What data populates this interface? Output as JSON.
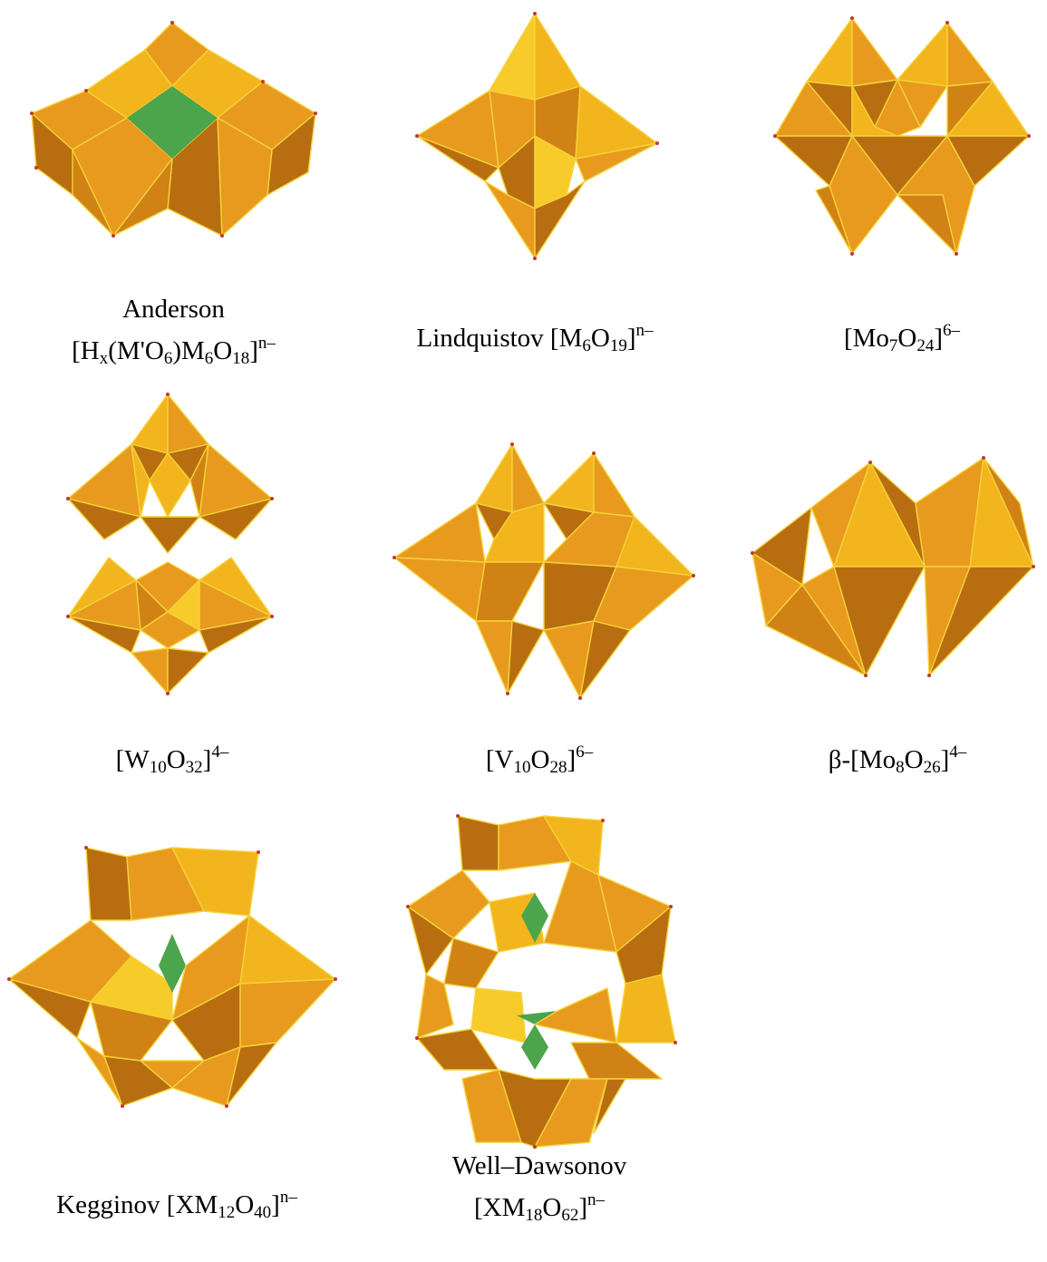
{
  "structures": [
    {
      "id": "anderson",
      "caption_lines": [
        [
          {
            "t": "Anderson"
          }
        ],
        [
          {
            "t": "[H"
          },
          {
            "sub": "x"
          },
          {
            "t": "(M'O"
          },
          {
            "sub": "6"
          },
          {
            "t": ")M"
          },
          {
            "sub": "6"
          },
          {
            "t": "O"
          },
          {
            "sub": "18"
          },
          {
            "t": "]"
          },
          {
            "sup": "n–"
          }
        ]
      ]
    },
    {
      "id": "lindquist",
      "caption_lines": [
        [
          {
            "t": "Lindquistov [M"
          },
          {
            "sub": "6"
          },
          {
            "t": "O"
          },
          {
            "sub": "19"
          },
          {
            "t": "]"
          },
          {
            "sup": "n–"
          }
        ]
      ]
    },
    {
      "id": "mo7o24",
      "caption_lines": [
        [
          {
            "t": "[Mo"
          },
          {
            "sub": "7"
          },
          {
            "t": "O"
          },
          {
            "sub": "24"
          },
          {
            "t": "]"
          },
          {
            "sup": "6–"
          }
        ]
      ]
    },
    {
      "id": "w10o32",
      "caption_lines": [
        [
          {
            "t": "[W"
          },
          {
            "sub": "10"
          },
          {
            "t": "O"
          },
          {
            "sub": "32"
          },
          {
            "t": "]"
          },
          {
            "sup": "4–"
          }
        ]
      ]
    },
    {
      "id": "v10o28",
      "caption_lines": [
        [
          {
            "t": "[V"
          },
          {
            "sub": "10"
          },
          {
            "t": "O"
          },
          {
            "sub": "28"
          },
          {
            "t": "]"
          },
          {
            "sup": "6–"
          }
        ]
      ]
    },
    {
      "id": "beta-mo8o26",
      "caption_lines": [
        [
          {
            "t": "β-[Mo"
          },
          {
            "sub": "8"
          },
          {
            "t": "O"
          },
          {
            "sub": "26"
          },
          {
            "t": "]"
          },
          {
            "sup": "4–"
          }
        ]
      ]
    },
    {
      "id": "keggin",
      "caption_lines": [
        [
          {
            "t": "Kegginov [XM"
          },
          {
            "sub": "12"
          },
          {
            "t": "O"
          },
          {
            "sub": "40"
          },
          {
            "t": "]"
          },
          {
            "sup": "n–"
          }
        ]
      ]
    },
    {
      "id": "wells-dawson",
      "caption_lines": [
        [
          {
            "t": "Well–Dawsonov"
          }
        ],
        [
          {
            "t": "[XM"
          },
          {
            "sub": "18"
          },
          {
            "t": "O"
          },
          {
            "sub": "62"
          },
          {
            "t": "]"
          },
          {
            "sup": "n–"
          }
        ]
      ]
    }
  ],
  "colors": {
    "octahedron_face_mid": "#E89A1E",
    "octahedron_face_light": "#F2B51E",
    "octahedron_face_dark": "#B86E10",
    "octahedron_face_highlight": "#F7CB2A",
    "heteroatom_center": "#4CA54C",
    "edge": "#F4D23A",
    "vertex": "#C0392B"
  }
}
